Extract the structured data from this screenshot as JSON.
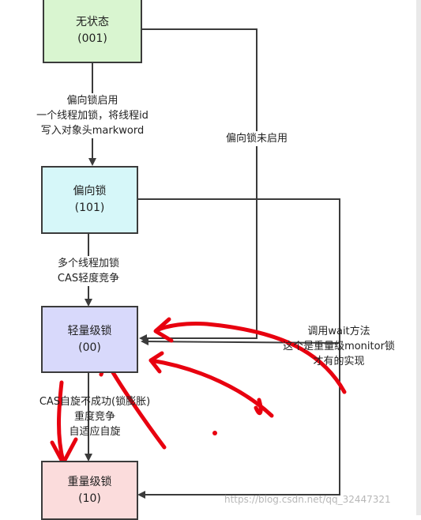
{
  "nodes": {
    "no_lock": {
      "name": "无状态",
      "code": "(001)",
      "fill": "#d9f5d0"
    },
    "biased_lock": {
      "name": "偏向锁",
      "code": "(101)",
      "fill": "#d6f7f9"
    },
    "lightweight_lock": {
      "name": "轻量级锁",
      "code": "(00)",
      "fill": "#d8d9fb"
    },
    "heavyweight_lock": {
      "name": "重量级锁",
      "code": "(10)",
      "fill": "#fbdcdc"
    }
  },
  "edges": {
    "enable_biased": {
      "line1": "偏向锁启用",
      "line2": "一个线程加锁，将线程id",
      "line3": "写入对象头markword"
    },
    "biased_disabled": {
      "line1": "偏向锁未启用"
    },
    "multi_thread": {
      "line1": "多个线程加锁",
      "line2": "CAS轻度竞争"
    },
    "cas_fail": {
      "line1": "CAS自旋不成功(锁膨胀)",
      "line2": "重度竞争",
      "line3": "自适应自旋"
    },
    "wait_call": {
      "line1": "调用wait方法",
      "line2": "这个是重量级monitor锁",
      "line3": "才有的实现"
    }
  },
  "watermark": "https://blog.csdn.net/qq_32447321",
  "colors": {
    "line": "#3b3b3b",
    "annotation": "#e8000f"
  }
}
